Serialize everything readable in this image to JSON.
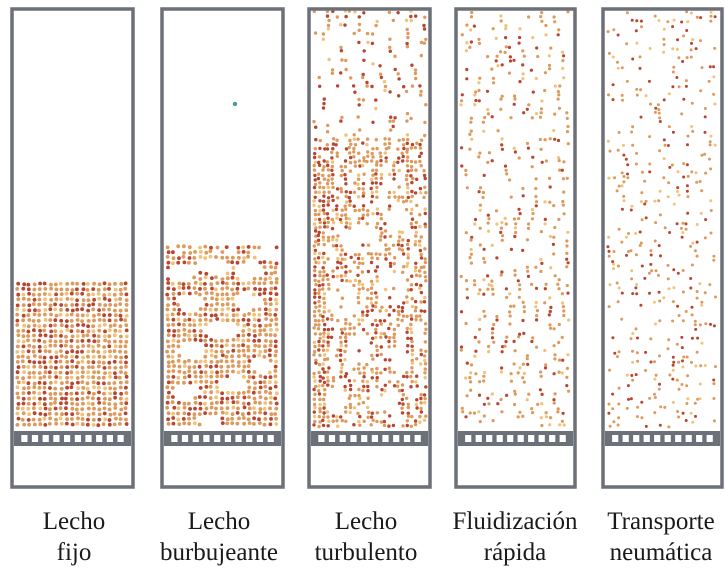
{
  "colors": {
    "column_frame": "#6b7079",
    "particle_fill": "#dd9a5c",
    "particle_dark": "#b9442f",
    "particle_light": "#f0c27a"
  },
  "columns": [
    {
      "label_line1": "Lecho",
      "label_line2": "fijo",
      "regime": "fixed"
    },
    {
      "label_line1": "Lecho",
      "label_line2": "burbujeante",
      "regime": "bubbling"
    },
    {
      "label_line1": "Lecho",
      "label_line2": "turbulento",
      "regime": "turbulent"
    },
    {
      "label_line1": "Fluidización",
      "label_line2": "rápida",
      "regime": "fast"
    },
    {
      "label_line1": "Transporte",
      "label_line2": "neumática",
      "regime": "pneumatic"
    }
  ]
}
